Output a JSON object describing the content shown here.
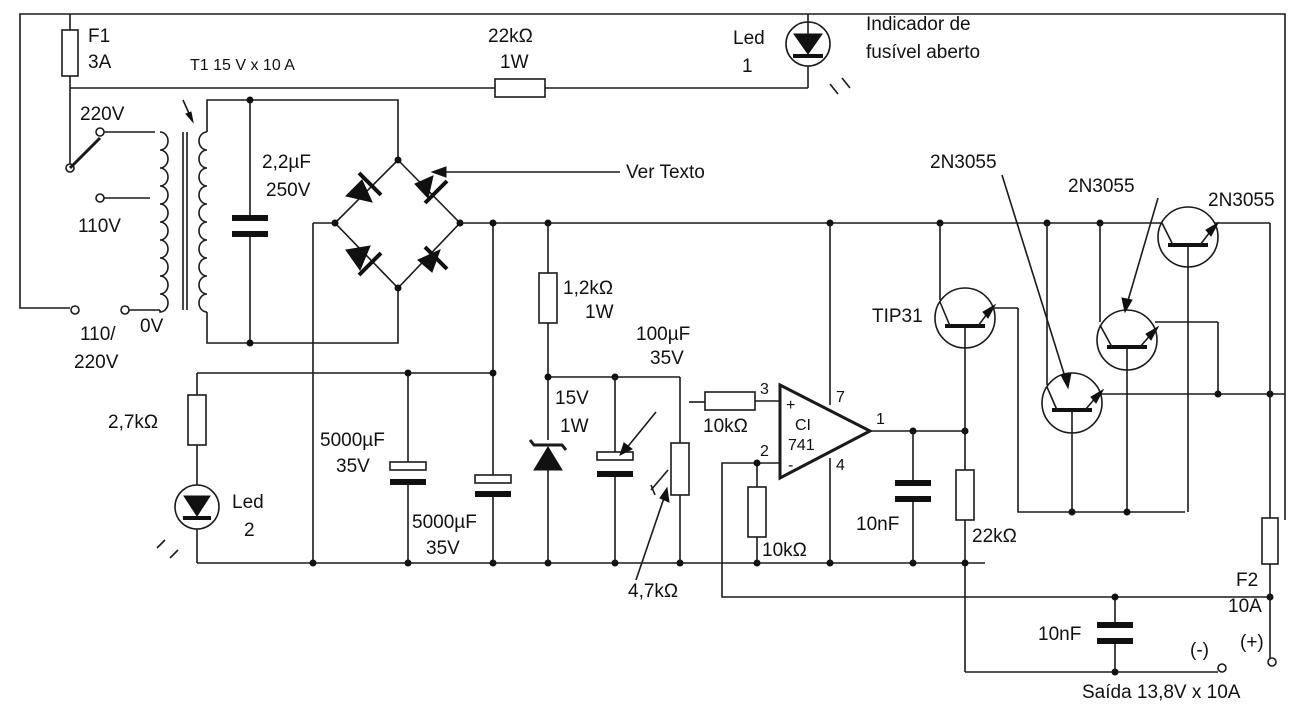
{
  "labels": {
    "f1_name": "F1",
    "f1_rating": "3A",
    "transformer": "T1 15 V x 10 A",
    "r_led1_value": "22kΩ",
    "r_led1_power": "1W",
    "led1_name": "Led",
    "led1_num": "1",
    "indicator_line1": "Indicador de",
    "indicator_line2": "fusível aberto",
    "tap_220": "220V",
    "tap_110": "110V",
    "input_line1": "110/",
    "input_line2": "220V",
    "tap_0": "0V",
    "cap_filter_value": "2,2µF",
    "cap_filter_voltage": "250V",
    "bridge_note": "Ver Texto",
    "r_zener_value": "1,2kΩ",
    "r_zener_power": "1W",
    "cap_ref_value": "100µF",
    "cap_ref_voltage": "35V",
    "zener_voltage": "15V",
    "zener_power": "1W",
    "r_led2": "2,7kΩ",
    "led2_name": "Led",
    "led2_num": "2",
    "c1_value": "5000µF",
    "c1_voltage": "35V",
    "c2_value": "5000µF",
    "c2_voltage": "35V",
    "pot": "4,7kΩ",
    "r_in": "10kΩ",
    "r_fb": "10kΩ",
    "ic_name": "CI",
    "ic_part": "741",
    "pin3": "3",
    "pin2": "2",
    "pin7": "7",
    "pin4": "4",
    "pin1": "1",
    "plus": "+",
    "minus": "-",
    "c_comp": "10nF",
    "r_bias": "22kΩ",
    "tip31": "TIP31",
    "q1": "2N3055",
    "q2": "2N3055",
    "q3": "2N3055",
    "f2_name": "F2",
    "f2_rating": "10A",
    "c_out": "10nF",
    "neg": "(-)",
    "pos": "(+)",
    "output": "Saída 13,8V x 10A"
  }
}
